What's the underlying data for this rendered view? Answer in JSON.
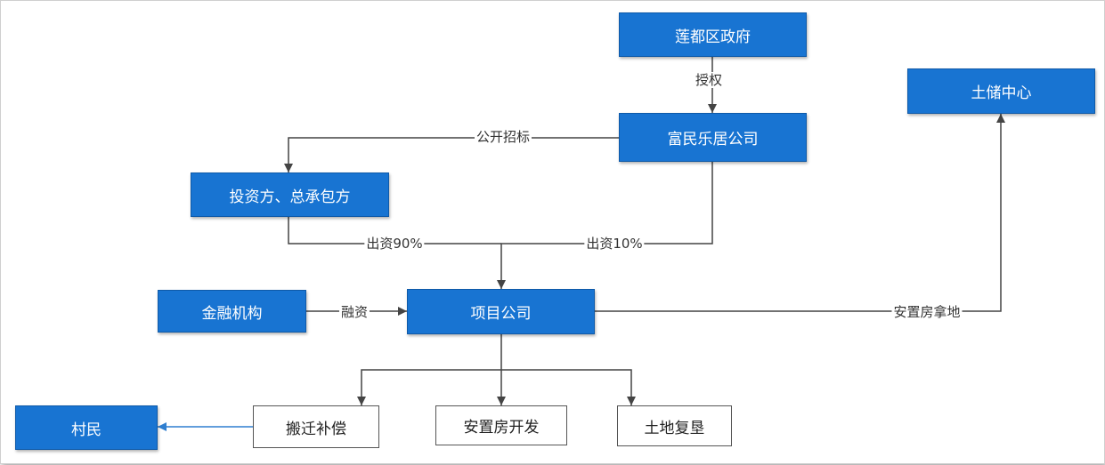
{
  "nodes": {
    "gov": "莲都区政府",
    "fumin": "富民乐居公司",
    "investor": "投资方、总承包方",
    "land_center": "土储中心",
    "finance": "金融机构",
    "project": "项目公司",
    "villagers": "村民",
    "relocation": "搬迁补偿",
    "housing_dev": "安置房开发",
    "land_reclaim": "土地复垦"
  },
  "edges": {
    "authorize": "授权",
    "tender": "公开招标",
    "invest90": "出资90%",
    "invest10": "出资10%",
    "financing": "融资",
    "land_acq": "安置房拿地"
  },
  "colors": {
    "node_blue": "#1874d2",
    "line": "#444444",
    "arrow_blue": "#2f7fd0"
  }
}
